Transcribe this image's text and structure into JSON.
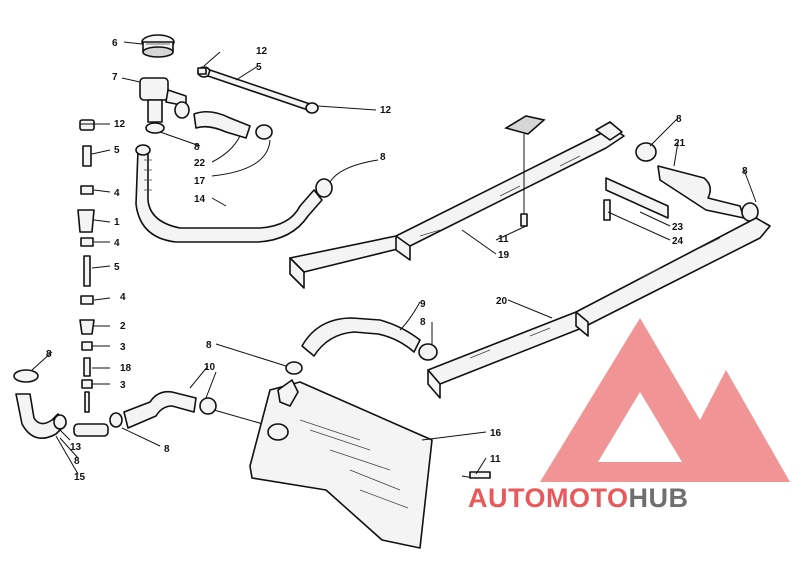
{
  "callouts": {
    "c1": "1",
    "c2": "2",
    "c3a": "3",
    "c3b": "3",
    "c4a": "4",
    "c4b": "4",
    "c4c": "4",
    "c5a": "5",
    "c5b": "5",
    "c5c": "5",
    "c6": "6",
    "c7": "7",
    "c8a": "8",
    "c8b": "8",
    "c8c": "8",
    "c8d": "8",
    "c8e": "8",
    "c8f": "8",
    "c8g": "8",
    "c8h": "8",
    "c8i": "8",
    "c9": "9",
    "c10": "10",
    "c11a": "11",
    "c11b": "11",
    "c12a": "12",
    "c12b": "12",
    "c12c": "12",
    "c13": "13",
    "c14": "14",
    "c15": "15",
    "c16": "16",
    "c17": "17",
    "c18": "18",
    "c19": "19",
    "c20": "20",
    "c21": "21",
    "c22": "22",
    "c23": "23",
    "c24": "24"
  },
  "watermark": {
    "part1": "AUTOMOTO",
    "part2": "HUB",
    "color_primary": "#e9585a",
    "color_secondary": "#6f6f6f"
  }
}
